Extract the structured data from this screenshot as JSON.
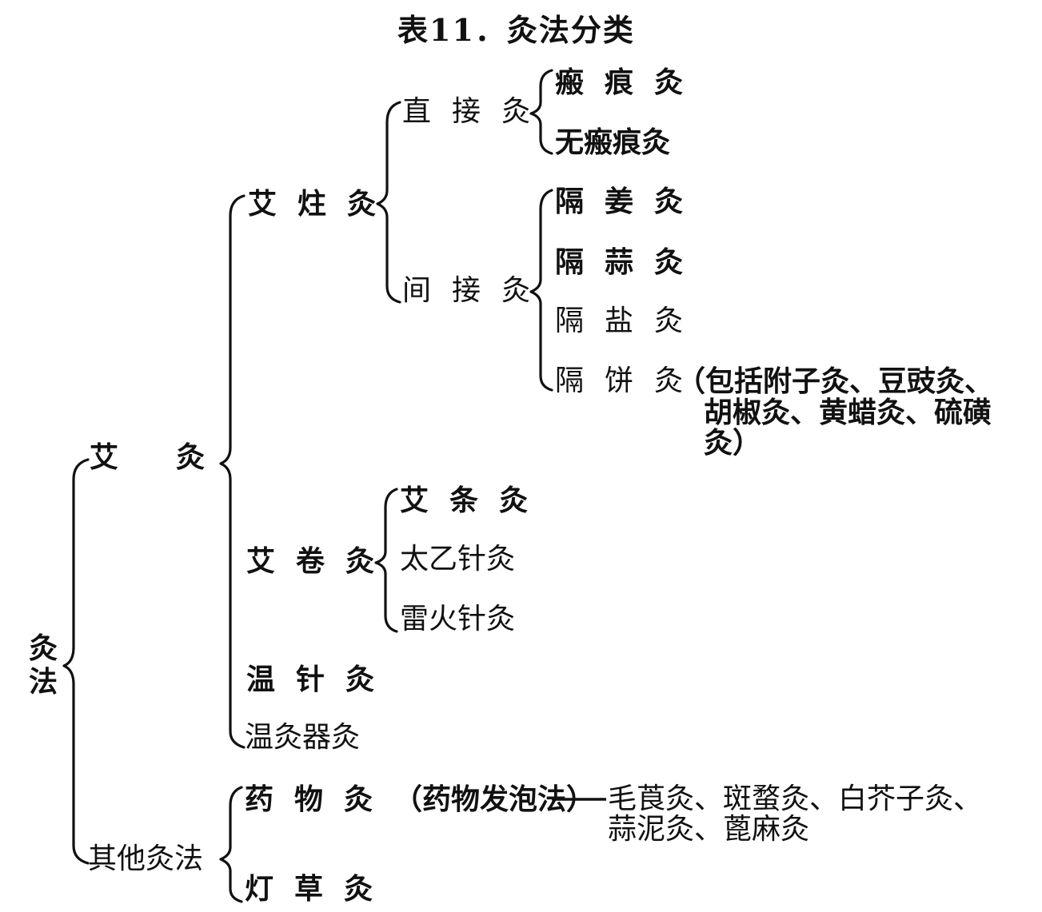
{
  "title": "表11．灸法分类",
  "root": "灸法",
  "level1": {
    "moxa": "艾　　灸",
    "other": "其他灸法"
  },
  "moxa_children": {
    "ai_zhu": "艾炷灸",
    "ai_juan": "艾卷灸",
    "wen_zhen": "温针灸",
    "wen_jiu_qi": "温灸器灸"
  },
  "ai_zhu_children": {
    "direct": "直接灸",
    "indirect": "间接灸"
  },
  "direct_children": [
    "瘢痕灸",
    "无瘢痕灸"
  ],
  "indirect_children": [
    "隔姜灸",
    "隔蒜灸",
    "隔盐灸",
    "隔饼灸"
  ],
  "indirect_note": [
    "（包括附子灸、豆豉灸、",
    "胡椒灸、黄蜡灸、硫磺",
    "灸）"
  ],
  "ai_juan_children": [
    "艾条灸",
    "太乙针灸",
    "雷火针灸"
  ],
  "other_children": {
    "drug": "药物灸",
    "drug_note": "（药物发泡法）",
    "drug_examples": [
      "毛莨灸、斑蝥灸、白芥子灸、",
      "蒜泥灸、蓖麻灸"
    ],
    "deng_cao": "灯草灸"
  }
}
